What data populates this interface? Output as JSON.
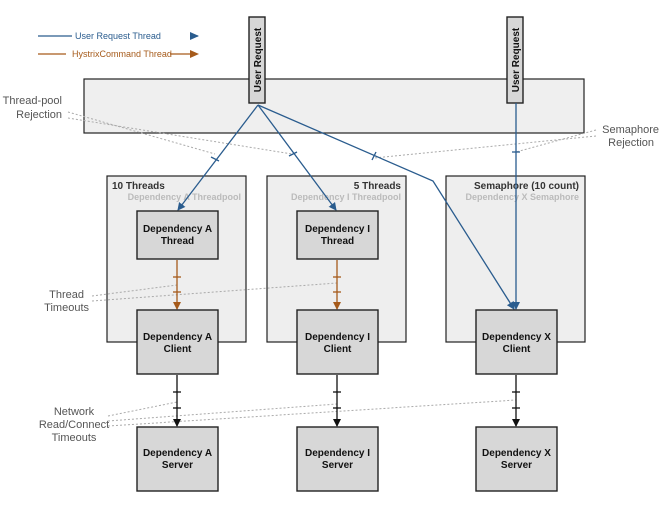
{
  "legend": {
    "user_request": "User Request Thread",
    "hystrix": "HystrixCommand Thread"
  },
  "colors": {
    "user_request": "#2a5c8e",
    "hystrix": "#a65b1b",
    "network": "#111111"
  },
  "user_requests": [
    "User Request",
    "User Request"
  ],
  "pools": [
    {
      "title": "10 Threads",
      "subtitle": "Dependency A Threadpool"
    },
    {
      "title": "5 Threads",
      "subtitle": "Dependency I Threadpool"
    },
    {
      "title": "Semaphore (10 count)",
      "subtitle": "Dependency X Semaphore"
    }
  ],
  "threads": [
    {
      "line1": "Dependency A",
      "line2": "Thread"
    },
    {
      "line1": "Dependency I",
      "line2": "Thread"
    }
  ],
  "clients": [
    {
      "line1": "Dependency A",
      "line2": "Client"
    },
    {
      "line1": "Dependency I",
      "line2": "Client"
    },
    {
      "line1": "Dependency X",
      "line2": "Client"
    }
  ],
  "servers": [
    {
      "line1": "Dependency A",
      "line2": "Server"
    },
    {
      "line1": "Dependency I",
      "line2": "Server"
    },
    {
      "line1": "Dependency X",
      "line2": "Server"
    }
  ],
  "annotations": {
    "threadpool_rejection": [
      "Thread-pool",
      "Rejection"
    ],
    "semaphore_rejection": [
      "Semaphore",
      "Rejection"
    ],
    "thread_timeouts": [
      "Thread",
      "Timeouts"
    ],
    "network_timeouts": [
      "Network",
      "Read/Connect",
      "Timeouts"
    ]
  }
}
